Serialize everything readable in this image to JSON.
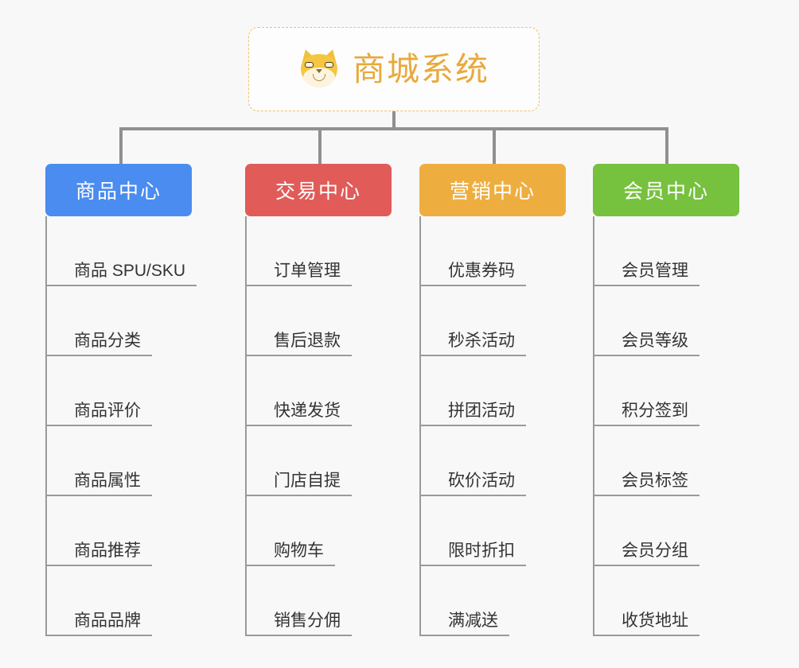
{
  "page": {
    "background": "#f8f8f8",
    "line_color": "#9a9a9a"
  },
  "root": {
    "title": "商城系统",
    "icon": "shiba-dog-icon",
    "title_color": "#e8a93c",
    "border_color": "#f0c06a",
    "border_style": "dashed"
  },
  "columns": [
    {
      "id": "product-center",
      "title": "商品中心",
      "color": "#4a8cf0",
      "items": [
        "商品 SPU/SKU",
        "商品分类",
        "商品评价",
        "商品属性",
        "商品推荐",
        "商品品牌"
      ]
    },
    {
      "id": "trade-center",
      "title": "交易中心",
      "color": "#e15b58",
      "items": [
        "订单管理",
        "售后退款",
        "快递发货",
        "门店自提",
        "购物车",
        "销售分佣"
      ]
    },
    {
      "id": "marketing-center",
      "title": "营销中心",
      "color": "#eeae3f",
      "items": [
        "优惠券码",
        "秒杀活动",
        "拼团活动",
        "砍价活动",
        "限时折扣",
        "满减送"
      ]
    },
    {
      "id": "member-center",
      "title": "会员中心",
      "color": "#76c13e",
      "items": [
        "会员管理",
        "会员等级",
        "积分签到",
        "会员标签",
        "会员分组",
        "收货地址"
      ]
    }
  ]
}
